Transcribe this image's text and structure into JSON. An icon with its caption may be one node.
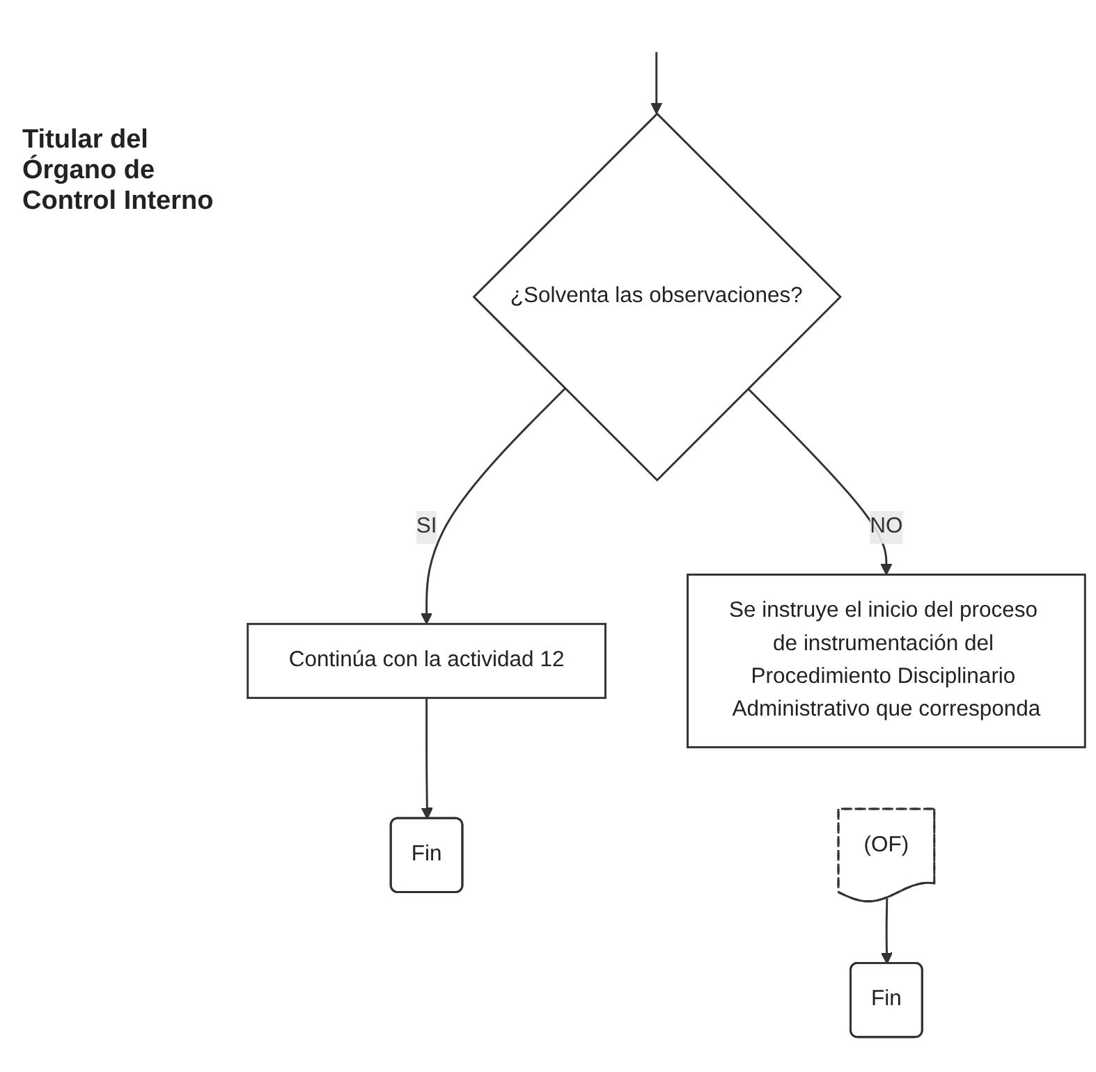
{
  "diagram": {
    "nodes": [
      {
        "text": [
          "¿Solventa las observaciones?"
        ]
      },
      {
        "text": [
          "Continúa con la actividad 12"
        ]
      },
      {
        "text": [
          "Fin"
        ]
      },
      {
        "text": [
          "Se instruye el inicio del proceso de instrumentación del Procedimiento Disciplinario Administrativo que corresponda"
        ]
      },
      {
        "text": [
          "(OF)"
        ]
      },
      {
        "text": [
          "Fin"
        ]
      }
    ],
    "edges": [
      {
        "from": null,
        "to": 0,
        "arrow": "to"
      },
      {
        "from": 0,
        "to": 1,
        "arrow": "to",
        "label": "SI"
      },
      {
        "from": 0,
        "to": 3,
        "arrow": "to",
        "label": "NO"
      },
      {
        "from": 1,
        "to": 2,
        "arrow": "to"
      },
      {
        "from": 4,
        "to": 5,
        "arrow": "to"
      }
    ],
    "labels": [
      "Titular del Órgano de Control Interno"
    ]
  }
}
